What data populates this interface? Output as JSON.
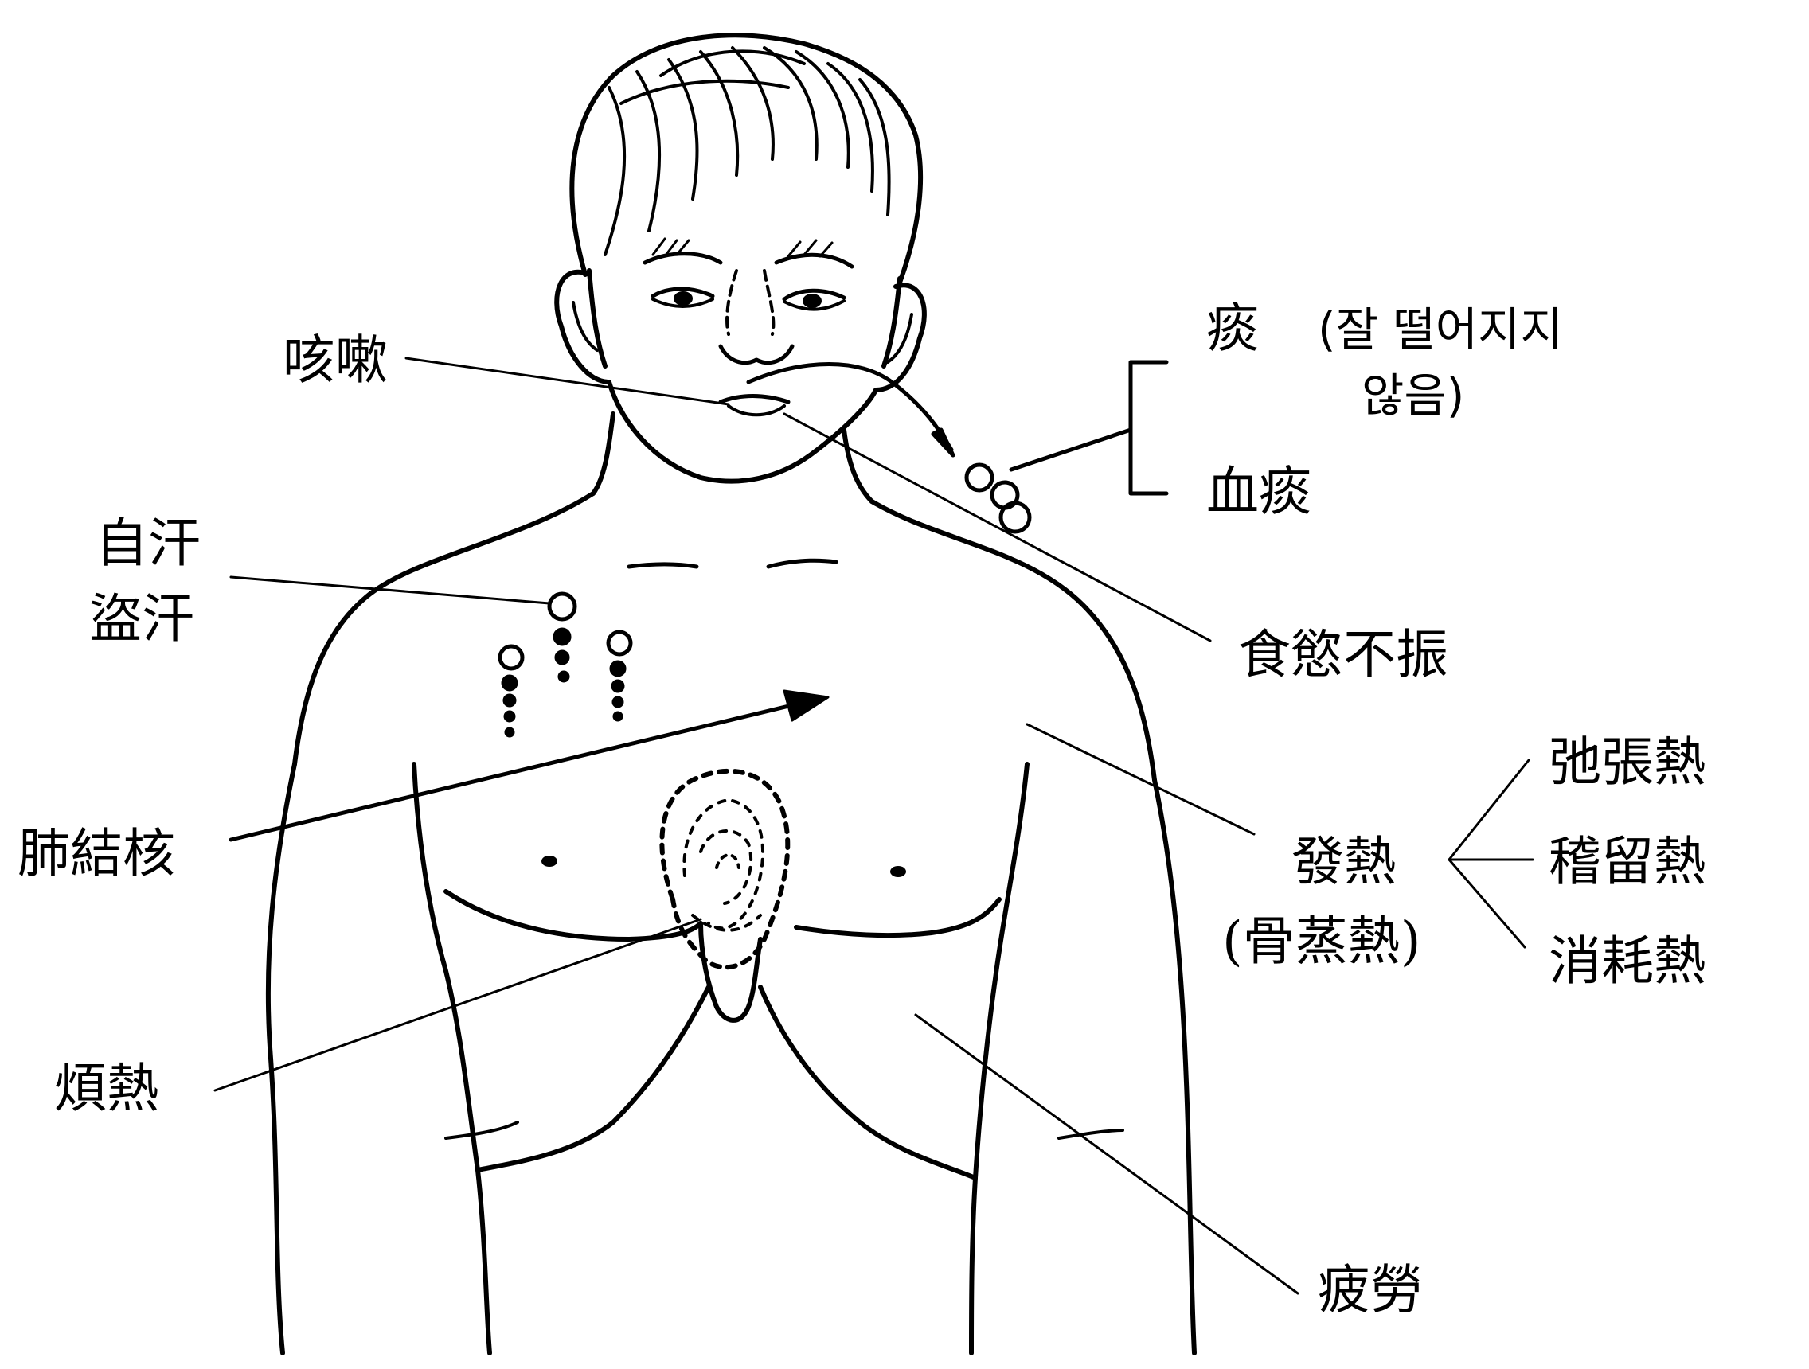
{
  "diagram": {
    "colors": {
      "ink": "#000000",
      "paper": "#ffffff"
    },
    "labels": {
      "cough": "咳嗽",
      "phlegm": "痰",
      "phlegm_note_line1": "(잘  떨어지지",
      "phlegm_note_line2": "않음)",
      "bloody_phlegm": "血痰",
      "spontaneous_sweat": "自汗",
      "night_sweat": "盜汗",
      "anorexia": "食慾不振",
      "tuberculosis": "肺結核",
      "fever": "發熱",
      "fever_note": "(骨蒸熱)",
      "remittent_fever": "弛張熱",
      "continuous_fever": "稽留熱",
      "hectic_fever": "消耗熱",
      "restlessness_heat": "煩熱",
      "fatigue": "疲勞"
    }
  }
}
